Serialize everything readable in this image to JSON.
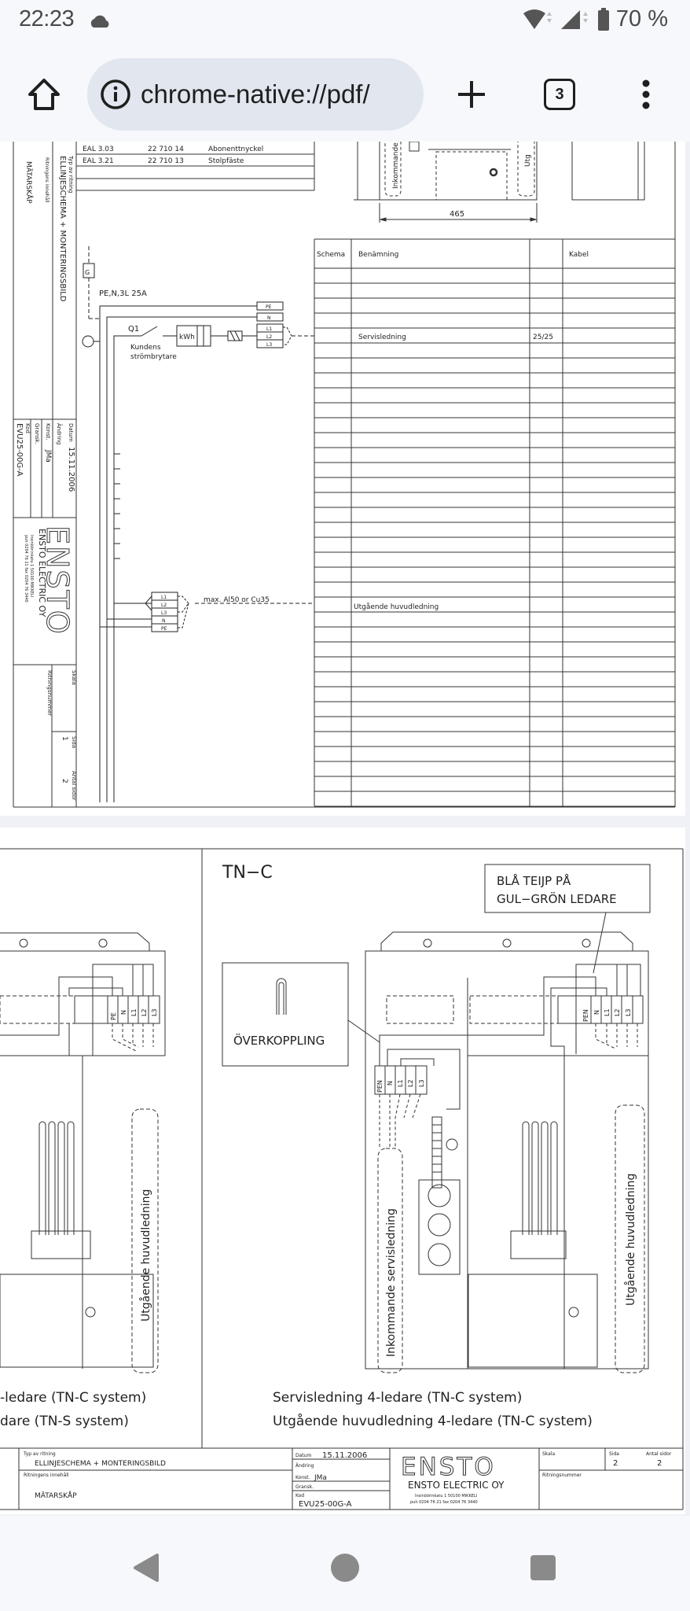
{
  "status": {
    "time": "22:23",
    "battery": "70 %"
  },
  "toolbar": {
    "url": "chrome-native://pdf/",
    "tab_count": "3"
  },
  "page1": {
    "parts": [
      {
        "code": "EAL  3.03",
        "number": "22  710  14",
        "name": "Abonenttnyckel"
      },
      {
        "code": "EAL  3.21",
        "number": "22  710  13",
        "name": "Stolpfäste"
      }
    ],
    "cabinet": {
      "incoming": "Inkommande",
      "outgoing": "Utg",
      "dimension": "465"
    },
    "schematic": {
      "ground_label": "G",
      "supply": "PE,N,3L  25A",
      "switch_id": "Q1",
      "switch_name_1": "Kundens",
      "switch_name_2": "strömbrytare",
      "meter": "kWh",
      "terminals_in": [
        "PE",
        "N",
        "L1",
        "L2",
        "L3"
      ],
      "terminals_out": [
        "L1",
        "L2",
        "L3",
        "N",
        "PE"
      ],
      "cable_note": "max. Al50 or Cu35"
    },
    "table": {
      "headers": [
        "Schema",
        "Benämning",
        "",
        "Kabel"
      ],
      "row_count": 36,
      "entries": [
        {
          "row": 4,
          "name": "Servisledning",
          "value": "25/25"
        },
        {
          "row": 22,
          "name": "Utgående huvudledning"
        }
      ]
    },
    "sida": "1"
  },
  "title_block": {
    "type_label": "Typ av ritning",
    "type_value": "ELLINJESCHEMA  +  MONTERINGSBILD",
    "content_label": "Ritningens innehåll",
    "content_value": "MÄTARSKÅP",
    "date_label": "Datum",
    "date_value": "15.11.2006",
    "change_label": "Ändring",
    "konst_label": "Konst.",
    "konst_value": "JMa",
    "gransk_label": "Gransk.",
    "kod_label": "Kod",
    "kod_value": "EVU25-00G-A",
    "logo": "ENSTO",
    "company": "ENSTO ELECTRIC OY",
    "address": "Insinöörinkatu 1   50100 MIKKELI",
    "phone": "puh 0204 76 21  fax 0204 76 3440",
    "scale_label": "Skala",
    "page_label": "Sida",
    "pages_label": "Antal sidor",
    "pages_value": "2",
    "drawing_no_label": "Ritningsnummer"
  },
  "page2": {
    "section_title": "TN−C",
    "note_line1": "BLÅ  TEIJP  PÅ",
    "note_line2": "GUL−GRÖN  LEDARE",
    "jumper_label": "ÖVERKOPPLING",
    "terminals_left": [
      "PE",
      "N",
      "L1",
      "L2",
      "L3"
    ],
    "terminals_main": [
      "PEN",
      "N",
      "L1",
      "L2",
      "L3"
    ],
    "terminals_incoming": [
      "PEN",
      "N",
      "L1",
      "L2",
      "L3"
    ],
    "cable_outgoing": "Utgående  huvudledning",
    "cable_incoming": "Inkommande  servisledning",
    "caption_left_1": "-ledare  (TN-C  system)",
    "caption_left_2": "dare  (TN-S  system)",
    "caption_right_1": "Servisledning  4-ledare  (TN-C  system)",
    "caption_right_2": "Utgående  huvudledning  4-ledare  (TN-C  system)",
    "sida": "2"
  }
}
